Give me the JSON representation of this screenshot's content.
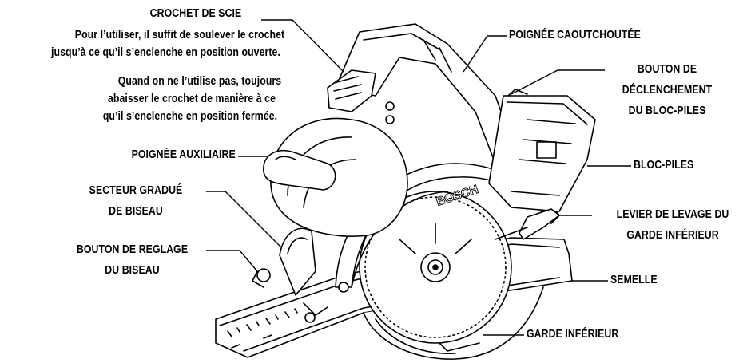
{
  "labels": {
    "crochet_title": "CROCHET DE SCIE",
    "crochet_line1": "Pour l’utiliser, il suffit de soulever le crochet",
    "crochet_line2": "jusqu’à ce qu’il s’enclenche en position ouverte.",
    "crochet_line3": "Quand on ne l’utilise pas, toujours",
    "crochet_line4": "abaisser le crochet de manière  à ce",
    "crochet_line5": "qu’il s’enclenche en position fermée.",
    "poignee_aux": "POIGNÉE AUXILIAIRE",
    "secteur_1": "SECTEUR GRADUÉ",
    "secteur_2": "DE BISEAU",
    "bouton_reglage_1": "BOUTON DE REGLAGE",
    "bouton_reglage_2": "DU BISEAU",
    "poignee_caout": "POIGNÉE CAOUTCHOUTÉE",
    "bouton_decl_1": "BOUTON DE",
    "bouton_decl_2": "DÉCLENCHEMENT",
    "bouton_decl_3": "DU BLOC-PILES",
    "bloc_piles": "BLOC-PILES",
    "levier_1": "LEVIER DE LEVAGE DU",
    "levier_2": "GARDE INFÉRIEUR",
    "semelle": "SEMELLE",
    "garde_inf": "GARDE INFÉRIEUR",
    "brand": "BOSCH"
  }
}
